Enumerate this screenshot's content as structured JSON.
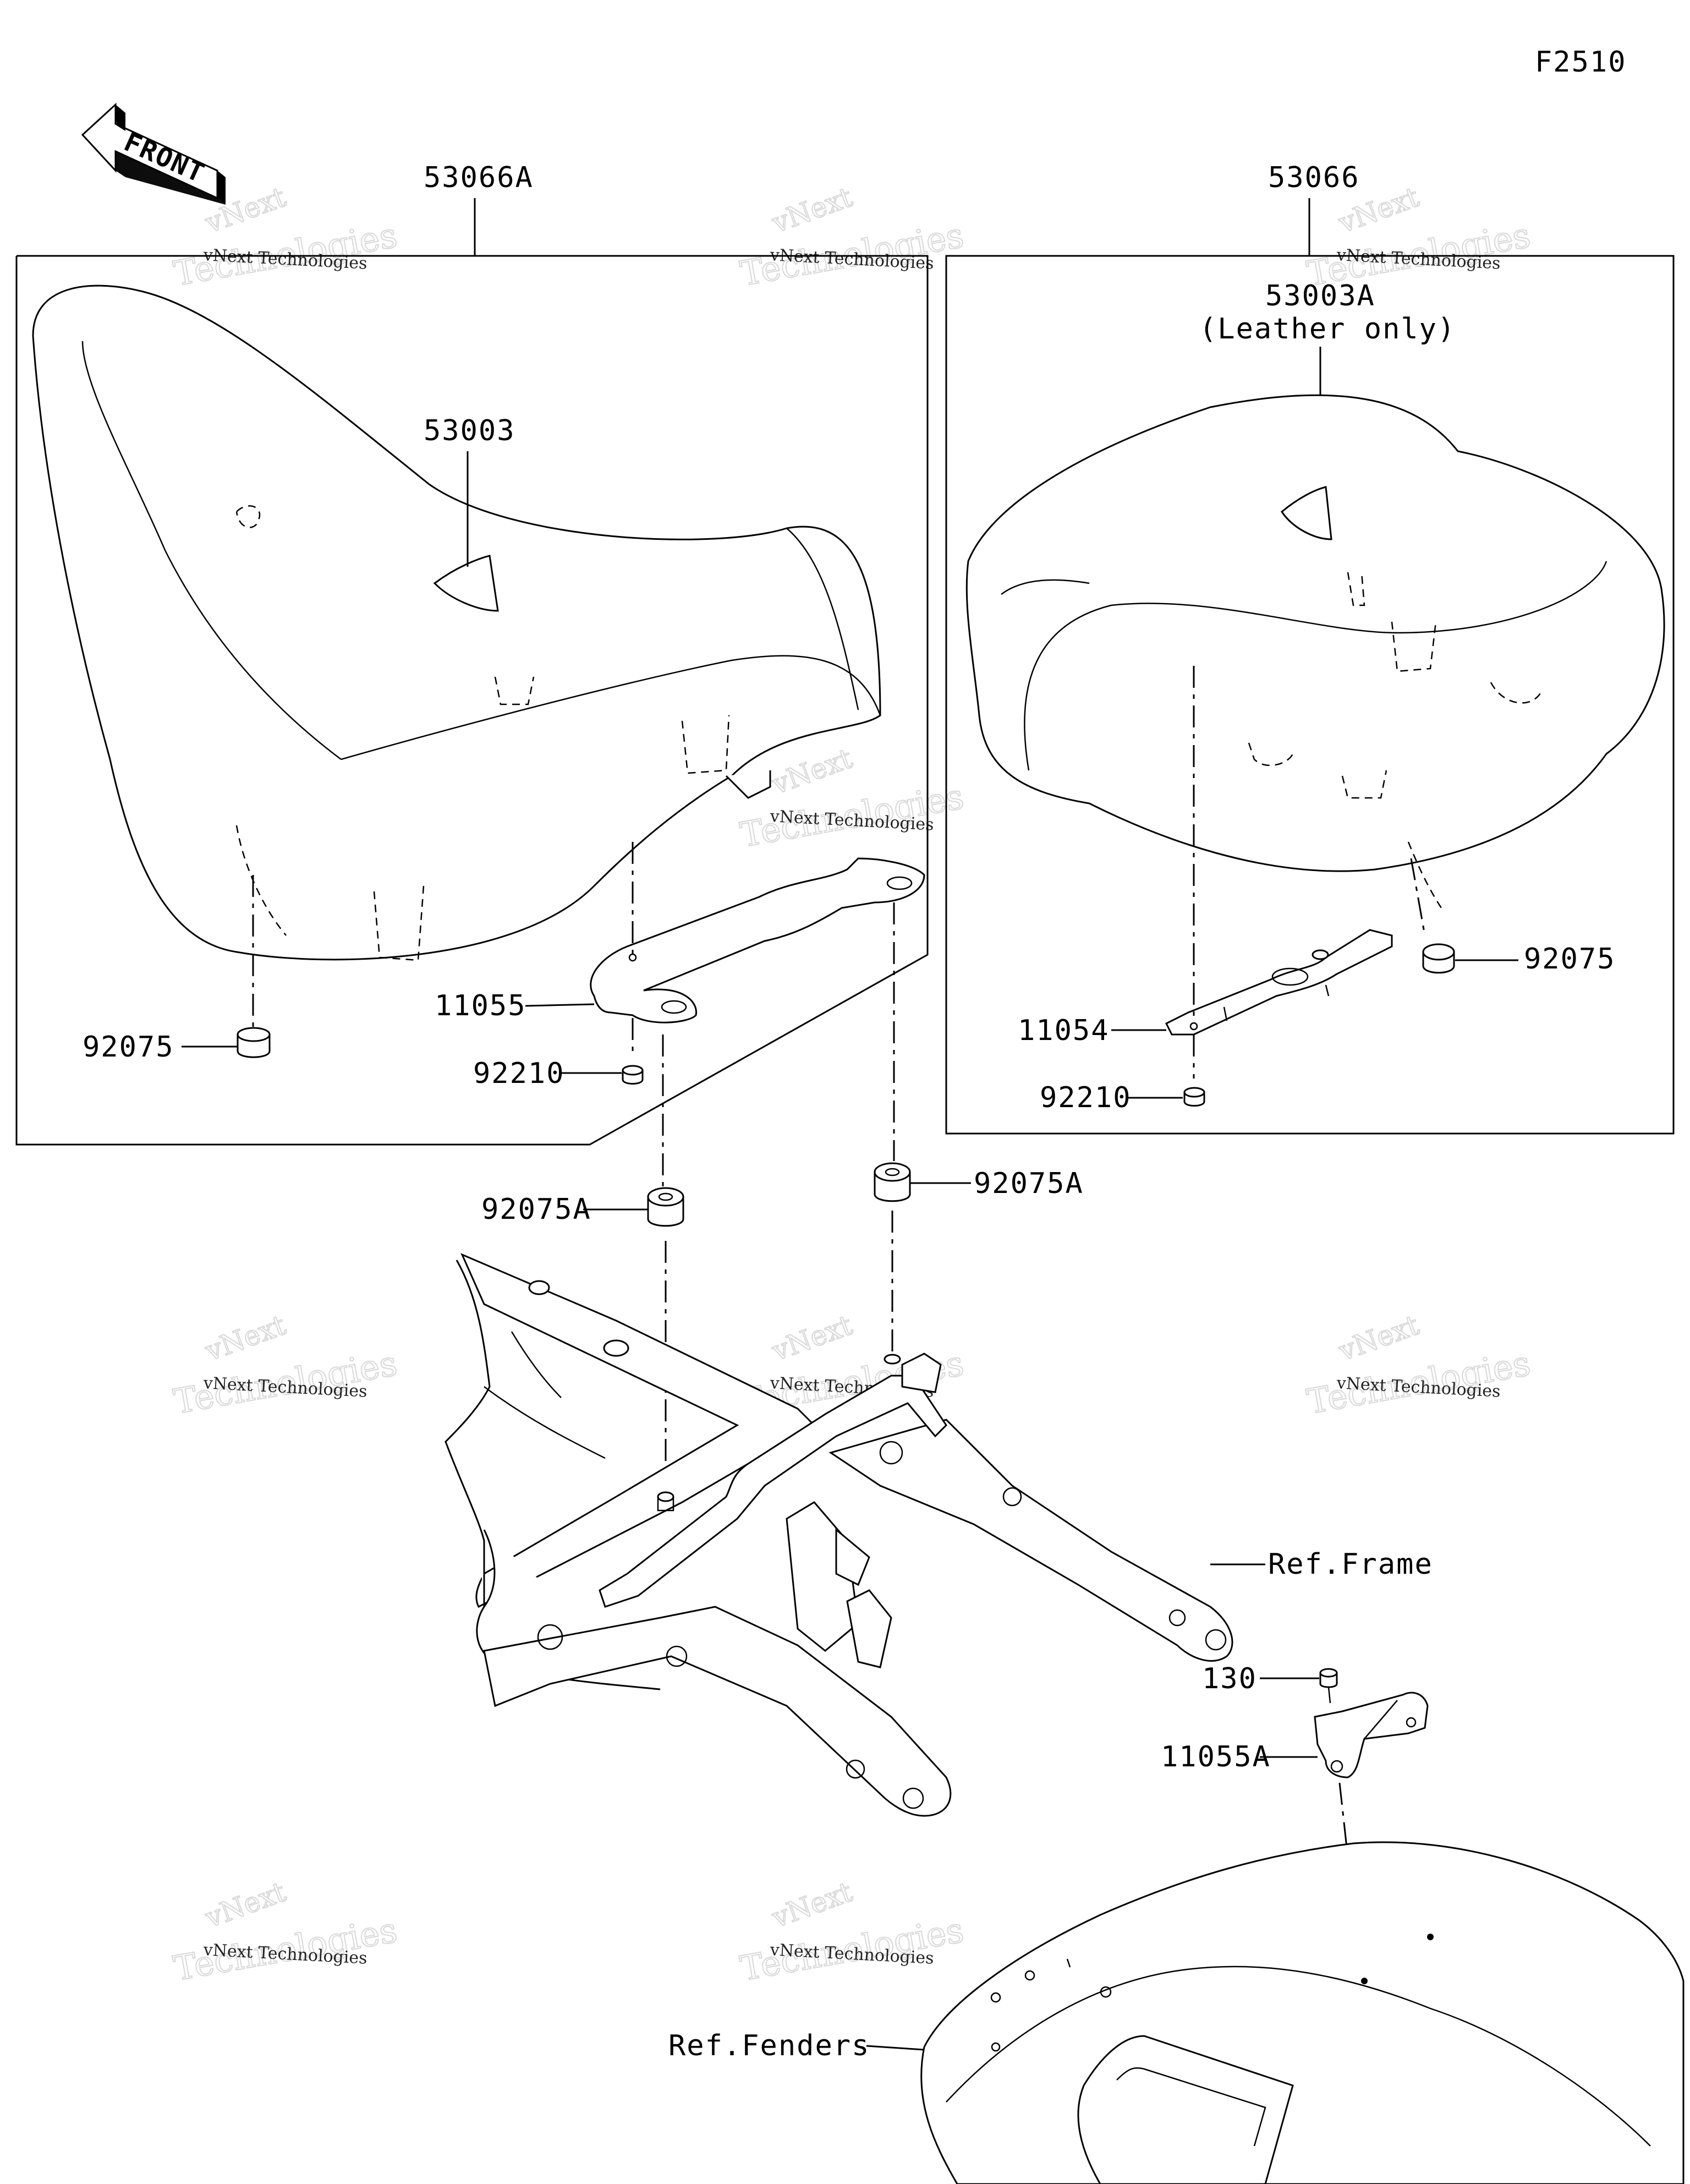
{
  "diagram_id": "F2510",
  "front_arrow_label": "FRONT",
  "watermark": {
    "small": "vNext Technologies",
    "brand": "vNext",
    "large": "Technologies"
  },
  "parts": {
    "seat_assembly_front": "53066A",
    "seat_assembly_rear": "53066",
    "cover_front": "53003",
    "cover_rear": "53003A",
    "cover_rear_note": "(Leather only)",
    "bracket_front": "11055",
    "bracket_rear": "11054",
    "damper_front": "92075",
    "damper_rear": "92075",
    "nut_front": "92210",
    "nut_rear": "92210",
    "damper_a_left": "92075A",
    "damper_a_right": "92075A",
    "bolt": "130",
    "bracket_a": "11055A"
  },
  "references": {
    "frame": "Ref.Frame",
    "fenders": "Ref.Fenders"
  }
}
